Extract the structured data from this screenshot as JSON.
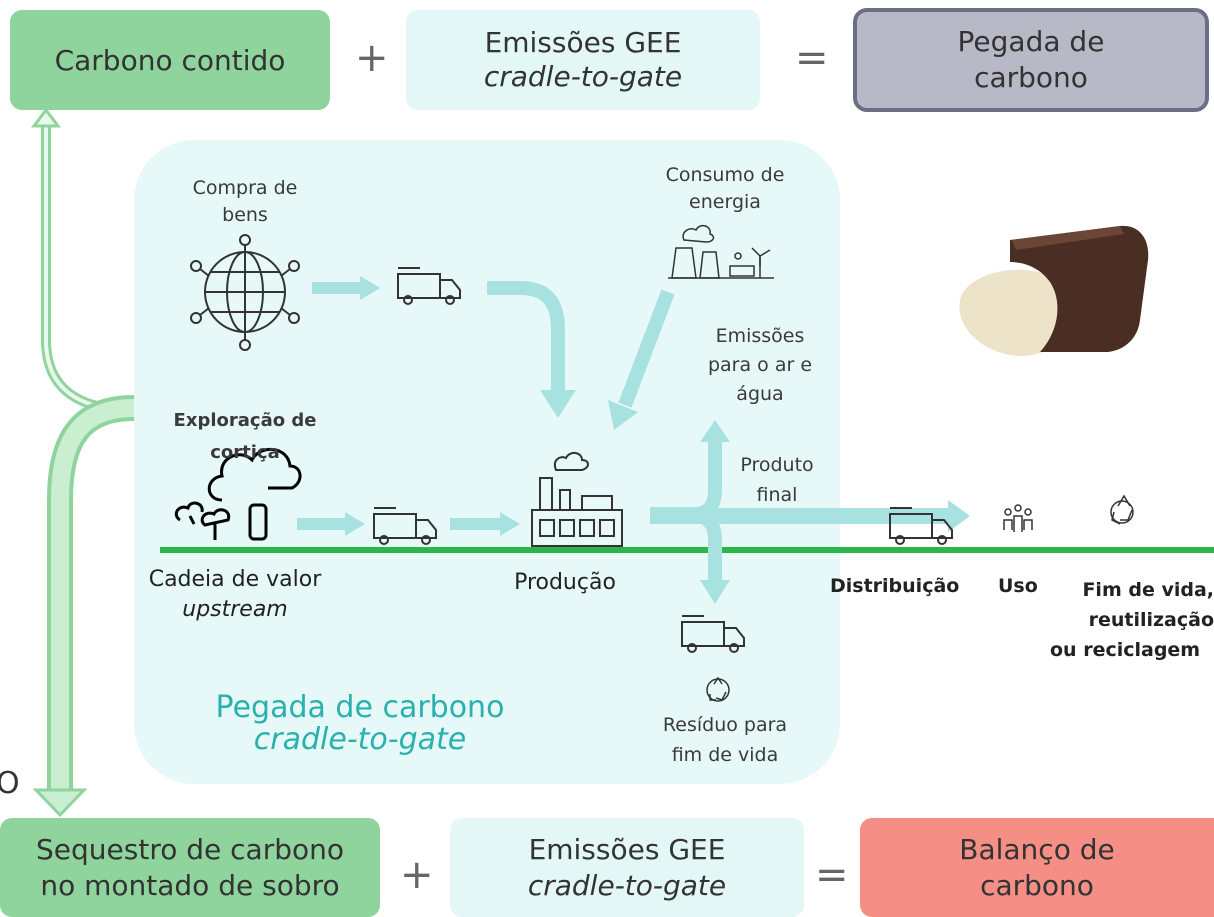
{
  "top_row": {
    "carbon_content": "Carbono contido",
    "plus": "+",
    "emissions_line1": "Emissões GEE",
    "emissions_line2": "cradle-to-gate",
    "equals": "=",
    "footprint_line1": "Pegada de",
    "footprint_line2": "carbono"
  },
  "bottom_row": {
    "sequestration_line1": "Sequestro de carbono",
    "sequestration_line2": "no montado de sobro",
    "plus": "+",
    "emissions_line1": "Emissões GEE",
    "emissions_line2": "cradle-to-gate",
    "equals": "=",
    "balance_line1": "Balanço de",
    "balance_line2": "carbono"
  },
  "side_fragment": "O",
  "region": {
    "line1": "Pegada de carbono",
    "line2": "cradle-to-gate"
  },
  "inputs": {
    "purchase_line1": "Compra de",
    "purchase_line2": "bens",
    "energy_line1": "Consumo de",
    "energy_line2": "energia",
    "exploration_line1": "Exploração de",
    "exploration_line2": "cortiça",
    "emissions_line1": "Emissões",
    "emissions_line2": "para o ar e",
    "emissions_line3": "água",
    "product_line1": "Produto",
    "product_line2": "final",
    "waste_line1": "Resíduo para",
    "waste_line2": "fim de vida"
  },
  "stages": {
    "upstream_line1": "Cadeia de valor",
    "upstream_line2": "upstream",
    "production": "Produção",
    "distribution": "Distribuição",
    "use": "Uso",
    "eol_line1": "Fim de vida,",
    "eol_line2": "reutilização",
    "eol_line3": "ou reciclagem"
  },
  "colors": {
    "green_box": "#8fd49c",
    "teal_box": "#e3f7f6",
    "grey_box": "#b9b8c6",
    "grey_border": "#6a6f86",
    "salmon_box": "#f58f86",
    "region_fill": "#e6f8f8",
    "arrow_teal": "#a7e2e1",
    "arrow_green": "#8fd49c",
    "line_green": "#2db54a",
    "region_text": "#2ab0ad"
  }
}
